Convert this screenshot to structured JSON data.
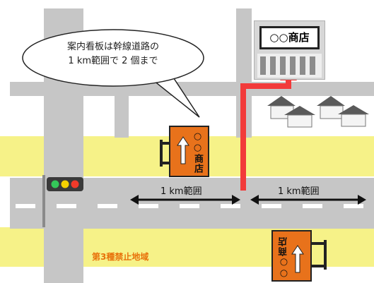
{
  "shop": {
    "name": "○○商店"
  },
  "callout": {
    "line1": "案内看板は幹線道路の",
    "line2": "1 km範囲で 2 個まで"
  },
  "ranges": {
    "left": "1 km範囲",
    "right": "1 km範囲"
  },
  "zone": {
    "label": "第3種禁止地域"
  },
  "signs": {
    "upper_text": "○○商店",
    "lower_text": "○○商店"
  },
  "colors": {
    "route": "#f23a3a",
    "sign": "#e8721b",
    "zone_band": "#f6f288",
    "road": "#c6c6c6",
    "zone_label": "#e8710a"
  }
}
